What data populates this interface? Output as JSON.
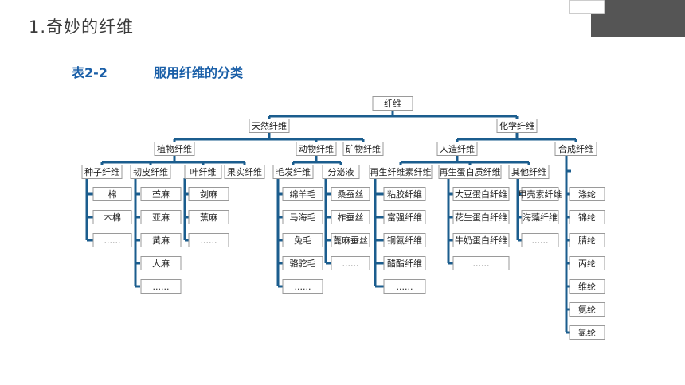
{
  "header": {
    "title": "1.奇妙的纤维",
    "caption_number": "表2-2",
    "caption_name": "服用纤维的分类"
  },
  "colors": {
    "connector": "#1b5d8e",
    "box_border": "#9a9a9a",
    "caption": "#1a5fa8",
    "corner_block": "#555555"
  },
  "tree": {
    "root": "纤维",
    "natural": "天然纤维",
    "chemical": "化学纤维",
    "plant": "植物纤维",
    "animal": "动物纤维",
    "mineral": "矿物纤维",
    "manmade": "人造纤维",
    "synthetic": "合成纤维",
    "seed": "种子纤维",
    "bast": "韧皮纤维",
    "leaf": "叶纤维",
    "fruit": "果实纤维",
    "hair": "毛发纤维",
    "secretion": "分泌液",
    "regen_cellulose": "再生纤维素纤维",
    "regen_protein": "再生蛋白质纤维",
    "other": "其他纤维",
    "seed_items": [
      "棉",
      "木棉",
      "......"
    ],
    "bast_items": [
      "苎麻",
      "亚麻",
      "黄麻",
      "大麻",
      "......"
    ],
    "leaf_items": [
      "剑麻",
      "蕉麻",
      "......"
    ],
    "hair_items": [
      "绵羊毛",
      "马海毛",
      "兔毛",
      "骆驼毛",
      "......"
    ],
    "secretion_items": [
      "桑蚕丝",
      "柞蚕丝",
      "蓖麻蚕丝",
      "......"
    ],
    "cellulose_items": [
      "粘胶纤维",
      "富强纤维",
      "铜氨纤维",
      "醋酯纤维",
      "......"
    ],
    "protein_items": [
      "大豆蛋白纤维",
      "花生蛋白纤维",
      "牛奶蛋白纤维",
      "......"
    ],
    "other_items": [
      "甲壳素纤维",
      "海藻纤维",
      "......"
    ],
    "synthetic_items": [
      "涤纶",
      "锦纶",
      "腈纶",
      "丙纶",
      "维纶",
      "氨纶",
      "氯纶",
      "......"
    ]
  }
}
